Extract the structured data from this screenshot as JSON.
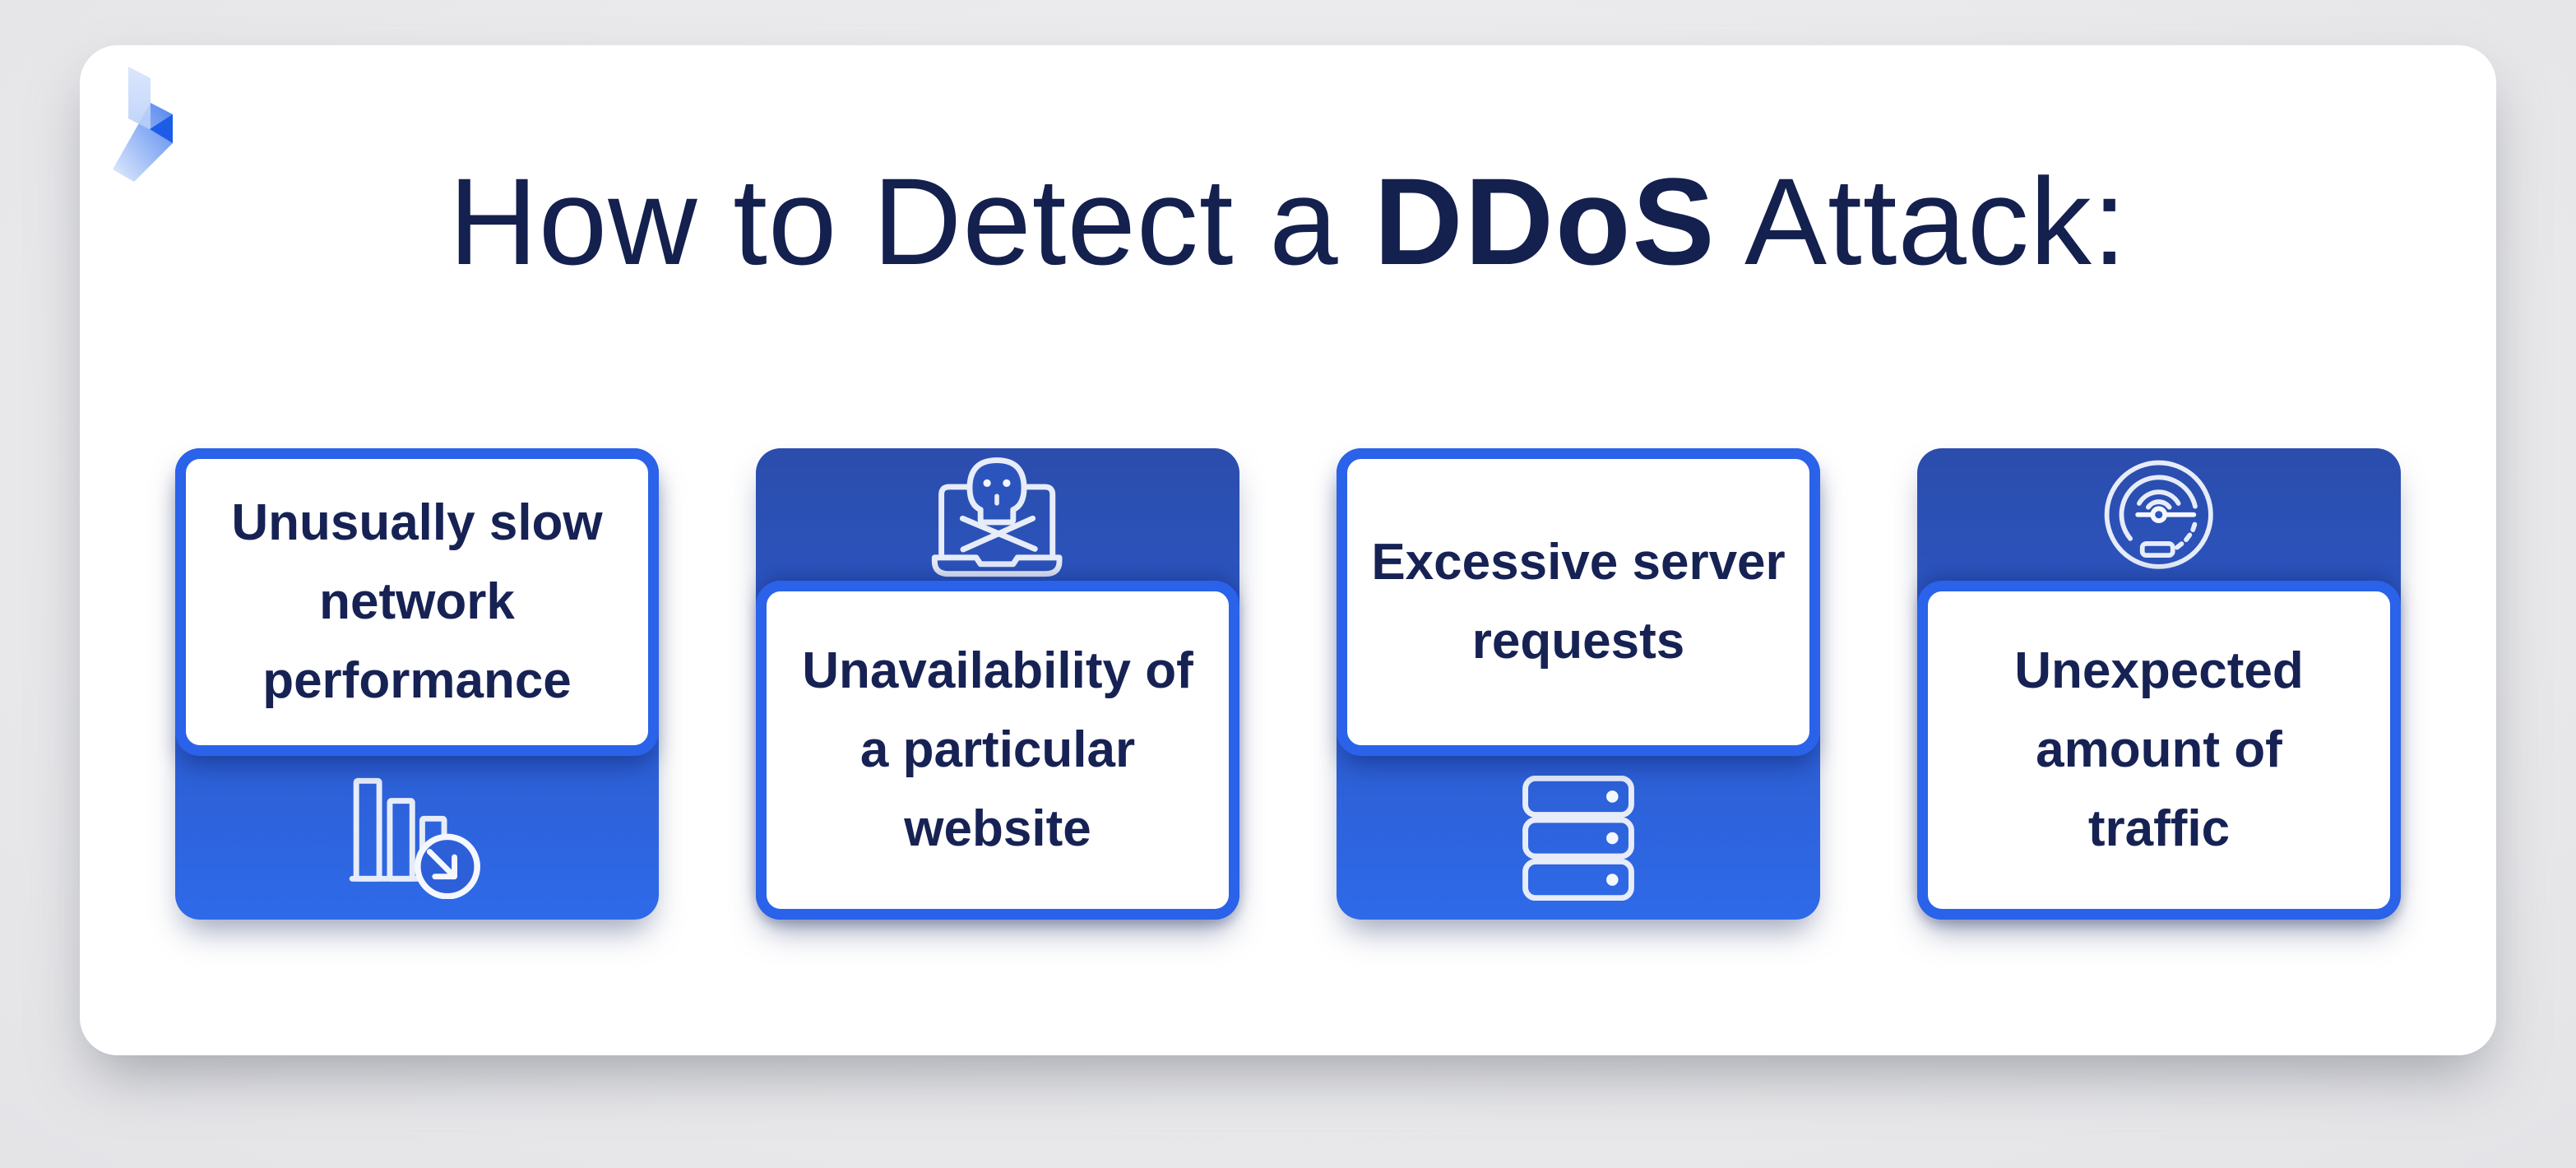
{
  "header": {
    "title_prefix": "How to Detect a ",
    "title_bold": "DDoS",
    "title_suffix": " Attack:"
  },
  "cards": [
    {
      "text": "Unusually slow\nnetwork\nperformance",
      "icon": "bar-chart-decline-icon",
      "text_position": "top"
    },
    {
      "text": "Unavailability of\na particular\nwebsite",
      "icon": "laptop-skull-icon",
      "text_position": "bottom"
    },
    {
      "text": "Excessive server\nrequests",
      "icon": "server-stack-icon",
      "text_position": "top"
    },
    {
      "text": "Unexpected\namount of\ntraffic",
      "icon": "speedometer-icon",
      "text_position": "bottom"
    }
  ],
  "colors": {
    "accent_blue": "#2a62e9",
    "card_gradient_top": "#2b4dac",
    "card_gradient_bottom": "#2e6ae9",
    "title_navy": "#14204e",
    "text_navy": "#172254",
    "icon_stroke": "#e7ecf9",
    "page_background": "#eaeaec",
    "surface": "#ffffff",
    "logo_dark_blue": "#1d5ce6",
    "logo_light_blue": "#c9dbfb"
  }
}
